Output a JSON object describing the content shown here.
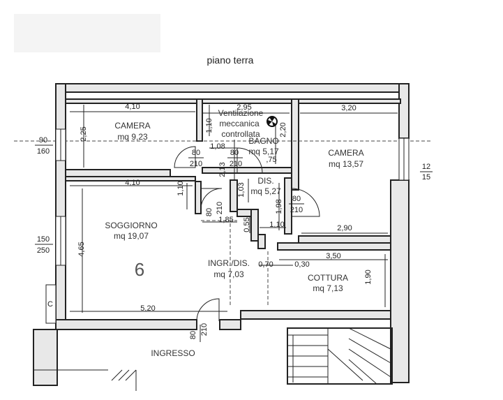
{
  "title": "piano terra",
  "unit_number": "6",
  "rooms": {
    "camera1": {
      "name": "CAMERA",
      "area": "mq 9,23"
    },
    "bagno": {
      "name": "BAGNO",
      "area": "mq 5,17"
    },
    "ventilazione": [
      "Ventilazione",
      "meccanica",
      "controllata"
    ],
    "camera2": {
      "name": "CAMERA",
      "area": "mq 13,57"
    },
    "soggiorno": {
      "name": "SOGGIORNO",
      "area": "mq 19,07"
    },
    "dis": {
      "name": "DIS.",
      "area": "mq 5,27"
    },
    "ingr": {
      "name": "INGR./DIS.",
      "area": "mq 7,03"
    },
    "cottura": {
      "name": "COTTURA",
      "area": "mq 7,13"
    },
    "ingresso": {
      "name": "INGRESSO"
    }
  },
  "dimensions": {
    "camera1_w": "4,10",
    "camera1_h": "2,25",
    "bagno_w": "2,95",
    "bagno_h1": "1,10",
    "bagno_h2": "2,20",
    "bagno_108": "1,08",
    "bagno_80": "80",
    "bagno_75": ",75",
    "camera2_w": "3,20",
    "camera2_b": "2,90",
    "soggiorno_w_top": "4,10",
    "soggiorno_h": "4,65",
    "soggiorno_w_bot": "5,20",
    "sogg_110": "1,10",
    "dis_213": "2,13",
    "dis_103": "1,03",
    "dis_198": "1,98",
    "dis_110": "1,10",
    "dis_185": "1,85",
    "dis_055": "0,55",
    "cottura_350": "3,50",
    "cottura_070": "0,70",
    "cottura_030": "0,30",
    "cottura_190": "1,90"
  },
  "openings": {
    "left_window_top_w": "90",
    "left_window_top_h": "160",
    "left_window_mid_w": "150",
    "left_window_mid_h": "250",
    "right_window_w": "12",
    "right_window_h": "15",
    "door_cam1_w": "80",
    "door_cam1_h": "210",
    "door_bagno_w": "80",
    "door_bagno_h": "210",
    "door_sogg_w": "80",
    "door_sogg_h": "210",
    "door_dis_w": "80",
    "door_dis_h": "210",
    "door_entry_w": "80",
    "door_entry_h": "210"
  },
  "symbols": {
    "c_label": "C"
  }
}
